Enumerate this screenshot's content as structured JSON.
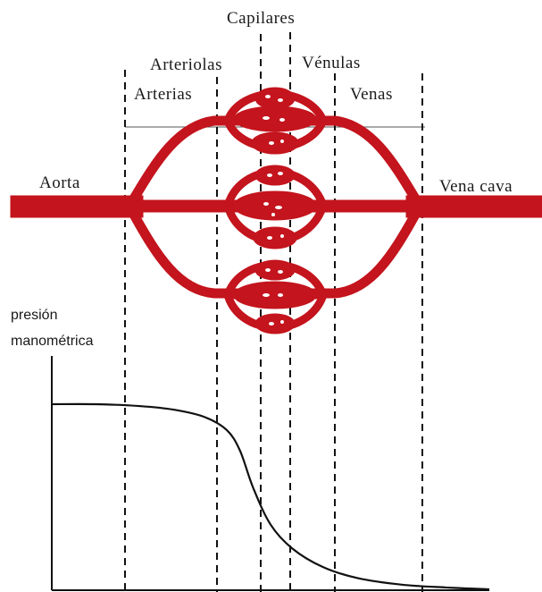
{
  "title": "",
  "labels": {
    "capilares": "Capilares",
    "arteriolas": "Arteriolas",
    "venulas": "Vénulas",
    "arterias": "Arterias",
    "venas": "Venas",
    "aorta": "Aorta",
    "vena_cava": "Vena cava",
    "y_axis_line1": "presión",
    "y_axis_line2": "manométrica"
  },
  "colors": {
    "vessel": "#c4141d",
    "ink": "#111111"
  },
  "segments_order": [
    "Aorta",
    "Arterias",
    "Arteriolas",
    "Capilares",
    "Vénulas",
    "Venas",
    "Vena cava"
  ],
  "chart_data": {
    "type": "line",
    "title": "",
    "xlabel": "",
    "ylabel": "presión manométrica",
    "description_free": true,
    "grid": false,
    "series": [
      {
        "points_relative": [
          [
            0.0,
            1.0
          ],
          [
            0.1,
            1.0
          ],
          [
            0.2,
            0.99
          ],
          [
            0.28,
            0.97
          ],
          [
            0.35,
            0.93
          ],
          [
            0.4,
            0.86
          ],
          [
            0.43,
            0.75
          ],
          [
            0.46,
            0.55
          ],
          [
            0.5,
            0.35
          ],
          [
            0.55,
            0.22
          ],
          [
            0.62,
            0.12
          ],
          [
            0.7,
            0.06
          ],
          [
            0.8,
            0.025
          ],
          [
            0.9,
            0.01
          ],
          [
            1.0,
            0.0
          ]
        ]
      }
    ]
  }
}
